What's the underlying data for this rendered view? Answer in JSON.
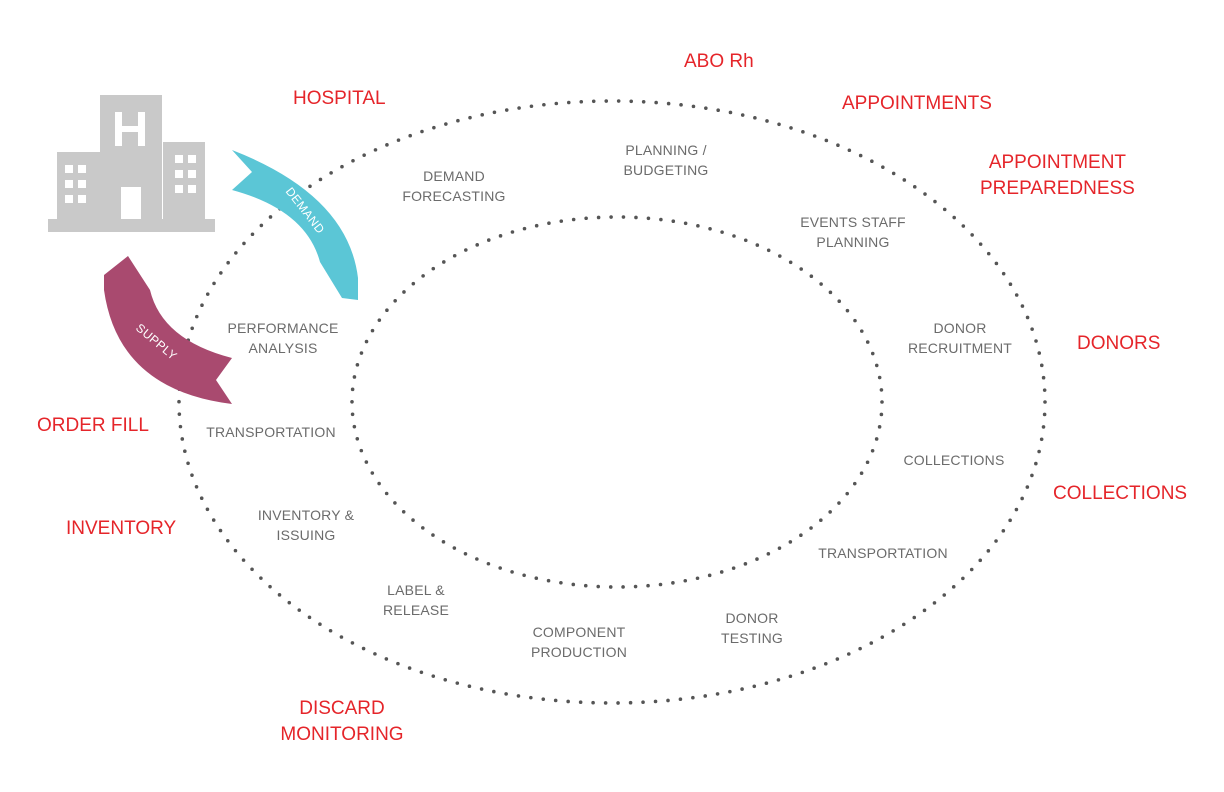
{
  "colors": {
    "outer_label": "#e5252a",
    "inner_label": "#6b6b6b",
    "hospital_icon": "#c9c9c9",
    "demand_arrow": "#5bc6d6",
    "supply_arrow": "#a94a6f",
    "dots": "#555555"
  },
  "icons": {
    "hospital": "hospital-building-icon"
  },
  "arrows": {
    "demand": "DEMAND",
    "supply": "SUPPLY"
  },
  "outer_labels": {
    "hospital": "HOSPITAL",
    "abo_rh": "ABO Rh",
    "appointments": "APPOINTMENTS",
    "appointment_preparedness_1": "APPOINTMENT",
    "appointment_preparedness_2": "PREPAREDNESS",
    "donors": "DONORS",
    "collections": "COLLECTIONS",
    "order_fill": "ORDER FILL",
    "inventory": "INVENTORY",
    "discard_monitoring_1": "DISCARD",
    "discard_monitoring_2": "MONITORING"
  },
  "ring_labels": {
    "demand_forecasting_1": "DEMAND",
    "demand_forecasting_2": "FORECASTING",
    "planning_budgeting_1": "PLANNING /",
    "planning_budgeting_2": "BUDGETING",
    "events_staff_planning_1": "EVENTS STAFF",
    "events_staff_planning_2": "PLANNING",
    "donor_recruitment_1": "DONOR",
    "donor_recruitment_2": "RECRUITMENT",
    "collections": "COLLECTIONS",
    "transportation_right": "TRANSPORTATION",
    "donor_testing_1": "DONOR",
    "donor_testing_2": "TESTING",
    "component_production_1": "COMPONENT",
    "component_production_2": "PRODUCTION",
    "label_release_1": "LABEL &",
    "label_release_2": "RELEASE",
    "inventory_issuing_1": "INVENTORY &",
    "inventory_issuing_2": "ISSUING",
    "transportation_left": "TRANSPORTATION",
    "performance_analysis_1": "PERFORMANCE",
    "performance_analysis_2": "ANALYSIS"
  }
}
